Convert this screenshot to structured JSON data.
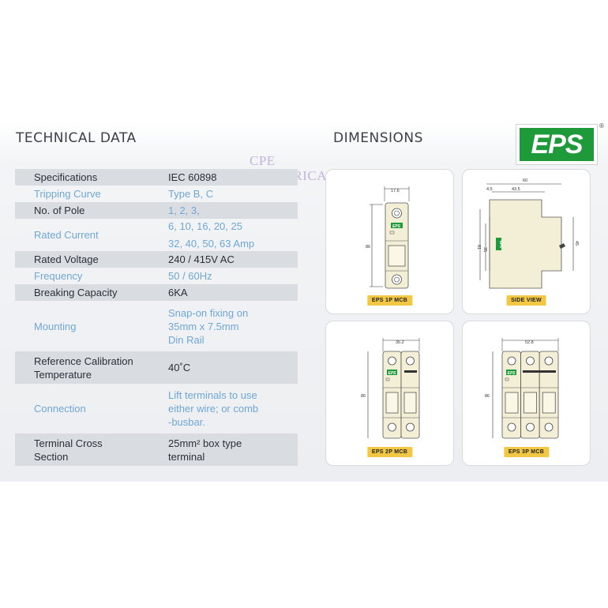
{
  "headings": {
    "technical": "TECHNICAL DATA",
    "dimensions": "DIMENSIONS"
  },
  "logo": {
    "text": "EPS",
    "reg": "®"
  },
  "watermark": {
    "line1": "CPE",
    "line2": "ELECTRICAL"
  },
  "spec_rows": [
    {
      "label": "Specifications",
      "value": "IEC 60898"
    },
    {
      "label": "Tripping Curve",
      "value": "Type B, C"
    },
    {
      "label": "No. of Pole",
      "value": "1, 2, 3,"
    },
    {
      "label": "Rated Current",
      "value_lines": [
        "6, 10, 16, 20, 25",
        "32, 40, 50, 63 Amp"
      ]
    },
    {
      "label": "Rated Voltage",
      "value": "240 / 415V AC"
    },
    {
      "label": "Frequency",
      "value": "50 / 60Hz"
    },
    {
      "label": "Breaking Capacity",
      "value": "6KA"
    },
    {
      "label": "Mounting",
      "value_lines": [
        "Snap-on fixing on",
        "35mm x 7.5mm",
        "Din Rail"
      ]
    },
    {
      "label_lines": [
        "Reference Calibration",
        "Temperature"
      ],
      "value": "40˚C"
    },
    {
      "label": "Connection",
      "value_lines": [
        "Lift terminals to use",
        "either wire; or comb",
        "-busbar."
      ]
    },
    {
      "label_lines": [
        "Terminal Cross",
        "Section"
      ],
      "value_lines": [
        "25mm² box type",
        "terminal"
      ]
    }
  ],
  "cards": {
    "mcb1p": {
      "label": "EPS 1P MCB",
      "width_dim": "17.6",
      "height_dim": "86",
      "badge": "EPS"
    },
    "side": {
      "label": "SIDE VIEW",
      "dim_total": "60",
      "dim_left": "4.5",
      "dim_mid": "43.5",
      "dim_h1": "81",
      "dim_h2": "35",
      "dim_right": "45",
      "badge": "EPS"
    },
    "mcb2p": {
      "label": "EPS 2P MCB",
      "width_dim": "35.2",
      "height_dim": "86",
      "badge": "EPS"
    },
    "mcb3p": {
      "label": "EPS 3P MCB",
      "width_dim": "52.8",
      "height_dim": "86",
      "badge": "EPS"
    }
  },
  "colors": {
    "label_dark": "#2b2f38",
    "label_blue": "#6fa7d6",
    "row_shade": "#d9dce0",
    "brand_green": "#1f9a3a",
    "tag_yellow": "#f2c744",
    "mcb_body": "#f3efd6"
  }
}
